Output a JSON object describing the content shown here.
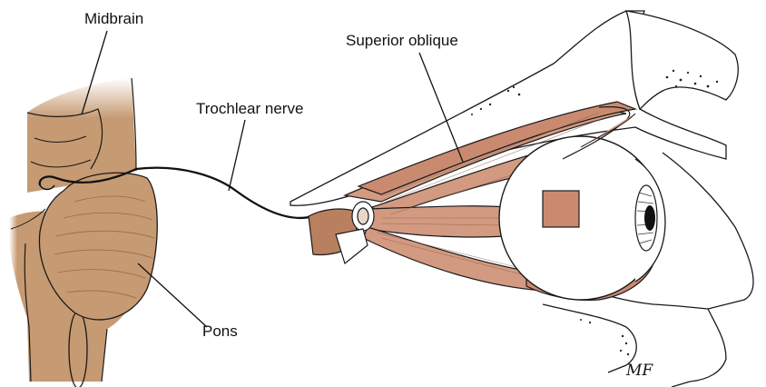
{
  "labels": {
    "midbrain": "Midbrain",
    "trochlear_nerve": "Trochlear nerve",
    "superior_oblique": "Superior oblique",
    "pons": "Pons"
  },
  "signature": "MF",
  "colors": {
    "brainstem": "#c69a72",
    "muscle": "#d29a80",
    "muscle_dark": "#a86e55",
    "outline": "#1a1a1a",
    "bone": "#ffffff"
  }
}
